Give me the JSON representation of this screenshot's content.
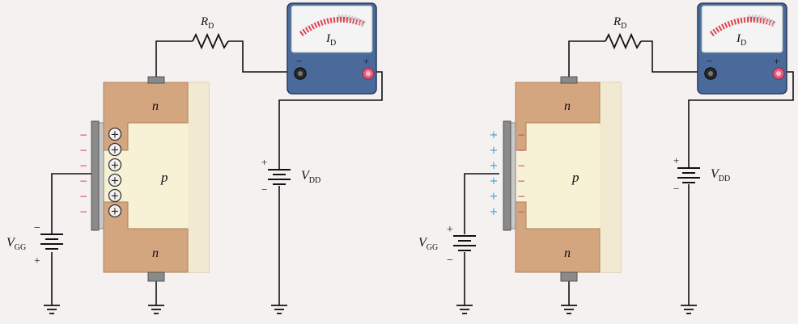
{
  "colors": {
    "background": "#f5f1f1",
    "wire": "#111111",
    "n_region": "#d4a680",
    "p_region": "#f7f1d6",
    "meter_body": "#4a6a9c",
    "minus_terminal": "#222222",
    "plus_terminal": "#e0607a",
    "red_scale": "#e04050",
    "blue_charge": "#3aa0d8",
    "red_charge": "#d04060"
  },
  "left": {
    "resistor_label": "R",
    "resistor_sub": "D",
    "meter_label": "I",
    "meter_sub": "D",
    "meter_minus": "−",
    "meter_plus": "+",
    "supply_label": "V",
    "supply_sub": "DD",
    "supply_top_sign": "+",
    "supply_bottom_sign": "−",
    "gate_label": "V",
    "gate_sub": "GG",
    "gate_top_sign": "−",
    "gate_bottom_sign": "+",
    "drain_label": "n",
    "source_label": "n",
    "substrate_label": "p",
    "gate_charge": "−",
    "channel_charge": "+"
  },
  "right": {
    "resistor_label": "R",
    "resistor_sub": "D",
    "meter_label": "I",
    "meter_sub": "D",
    "meter_minus": "−",
    "meter_plus": "+",
    "supply_label": "V",
    "supply_sub": "DD",
    "supply_top_sign": "+",
    "supply_bottom_sign": "−",
    "gate_label": "V",
    "gate_sub": "GG",
    "gate_top_sign": "+",
    "gate_bottom_sign": "−",
    "drain_label": "n",
    "source_label": "n",
    "substrate_label": "p",
    "gate_charge": "+",
    "channel_charge": "−"
  }
}
